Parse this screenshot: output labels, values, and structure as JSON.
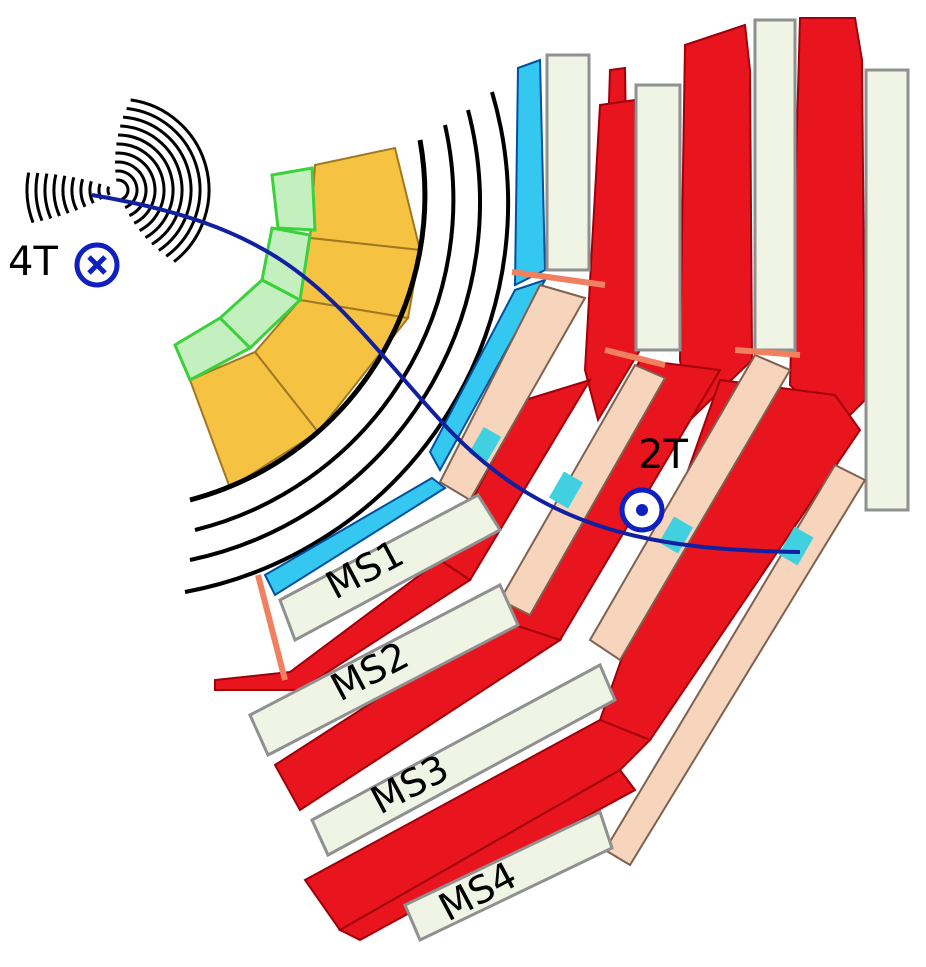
{
  "labels": {
    "field_inner": "4T",
    "field_outer": "2T",
    "stations": [
      "MS1",
      "MS2",
      "MS3",
      "MS4"
    ]
  },
  "colors": {
    "calorimeter_hcal": "#f5c242",
    "calorimeter_ecal": "#c4f0c0",
    "ecal_border": "#3ad13a",
    "solenoid": "#34c8f0",
    "return_yoke": "#e8141e",
    "yoke_dark": "#b00010",
    "chamber_frame": "#f0f4e4",
    "chamber_fill": "#f7d4bc",
    "chamber_hit": "#40d0e0",
    "support": "#f08060",
    "track": "#1020a0",
    "field_symbol": "#1020c0",
    "outline": "#000000"
  },
  "icons": {
    "field_into_page": "circle-cross-icon",
    "field_out_of_page": "circle-dot-icon"
  }
}
